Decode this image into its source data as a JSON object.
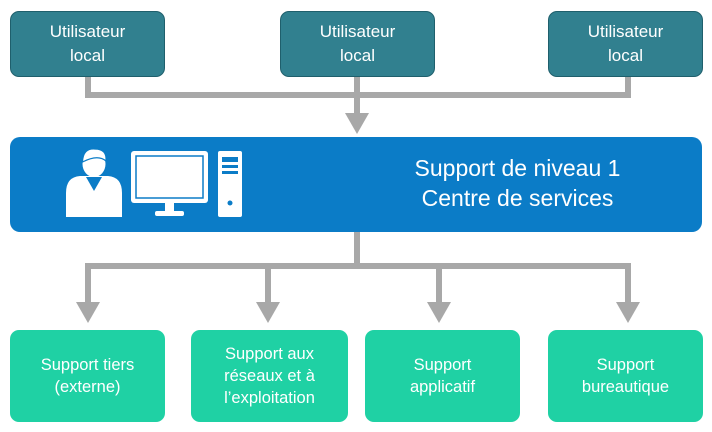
{
  "top_boxes": [
    {
      "label": "Utilisateur\nlocal"
    },
    {
      "label": "Utilisateur\nlocal"
    },
    {
      "label": "Utilisateur\nlocal"
    }
  ],
  "central": {
    "line1": "Support de niveau 1",
    "line2": "Centre de services",
    "icons": [
      "person-icon",
      "monitor-icon",
      "computer-tower-icon"
    ]
  },
  "bottom_boxes": [
    {
      "label": "Support tiers\n(externe)"
    },
    {
      "label": "Support aux\nréseaux et à\nl’exploitation"
    },
    {
      "label": "Support\napplicatif"
    },
    {
      "label": "Support\nbureautique"
    }
  ],
  "colors": {
    "top_box": "#31808f",
    "central_band": "#0b7cc7",
    "bottom_box": "#1fd1a4",
    "connector": "#a8a8a8"
  }
}
